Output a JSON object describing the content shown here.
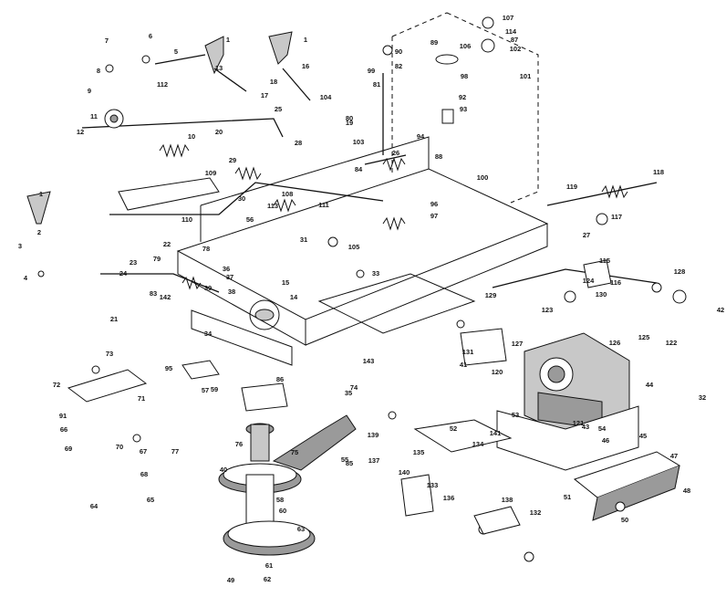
{
  "colors": {
    "ink": "#111111",
    "paper": "#ffffff",
    "shade": "#9a9a9a",
    "hatch": "#c8c8c8"
  },
  "callouts": [
    "1",
    "1",
    "1",
    "2",
    "3",
    "4",
    "5",
    "6",
    "7",
    "8",
    "9",
    "10",
    "11",
    "12",
    "13",
    "14",
    "15",
    "16",
    "17",
    "18",
    "19",
    "20",
    "21",
    "22",
    "23",
    "24",
    "25",
    "26",
    "27",
    "28",
    "29",
    "30",
    "31",
    "32",
    "33",
    "34",
    "35",
    "36",
    "37",
    "38",
    "39",
    "40",
    "41",
    "42",
    "43",
    "44",
    "45",
    "46",
    "47",
    "48",
    "49",
    "50",
    "51",
    "52",
    "53",
    "54",
    "55",
    "56",
    "57",
    "58",
    "59",
    "60",
    "61",
    "62",
    "63",
    "64",
    "65",
    "66",
    "67",
    "68",
    "69",
    "70",
    "71",
    "72",
    "73",
    "74",
    "75",
    "76",
    "77",
    "78",
    "79",
    "80",
    "81",
    "82",
    "83",
    "84",
    "85",
    "86",
    "87",
    "88",
    "89",
    "90",
    "91",
    "92",
    "93",
    "94",
    "95",
    "96",
    "97",
    "98",
    "99",
    "100",
    "101",
    "102",
    "103",
    "104",
    "105",
    "106",
    "107",
    "108",
    "109",
    "110",
    "111",
    "112",
    "113",
    "114",
    "115",
    "116",
    "117",
    "118",
    "119",
    "120",
    "121",
    "122",
    "123",
    "124",
    "125",
    "126",
    "127",
    "128",
    "129",
    "130",
    "131",
    "132",
    "133",
    "134",
    "135",
    "136",
    "137",
    "138",
    "139",
    "140",
    "141",
    "142",
    "143"
  ]
}
